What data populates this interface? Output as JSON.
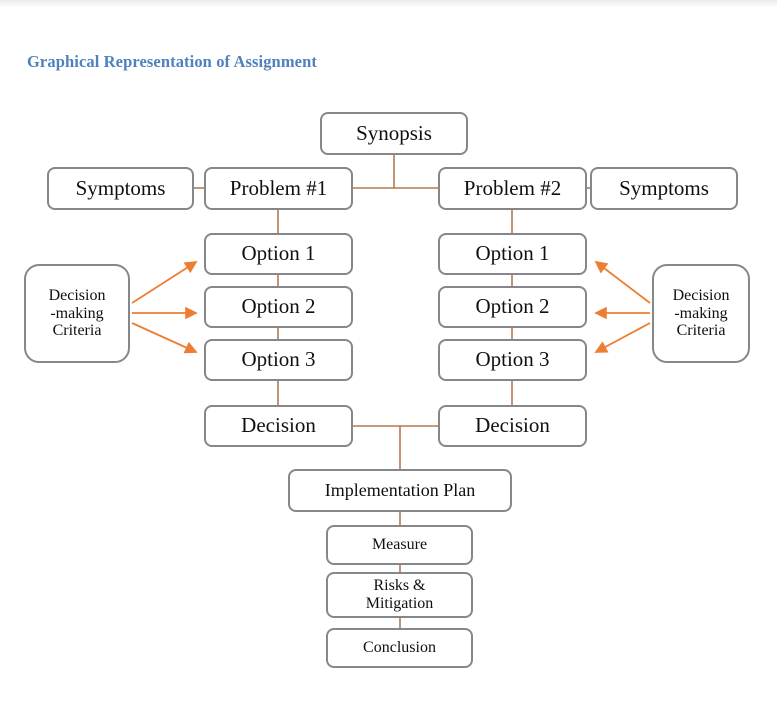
{
  "page": {
    "title": "Graphical Representation of Assignment",
    "title_color": "#4f81bd",
    "background": "#ffffff"
  },
  "style": {
    "node_border_color": "#85878a",
    "node_fill": "#ffffff",
    "text_color": "#12100e",
    "connector_color": "#b5794e",
    "arrow_color": "#ed7d31"
  },
  "diagram": {
    "type": "flowchart",
    "nodes": {
      "synopsis": {
        "label": "Synopsis"
      },
      "symptoms_left": {
        "label": "Symptoms"
      },
      "symptoms_right": {
        "label": "Symptoms"
      },
      "problem_1": {
        "label": "Problem #1"
      },
      "problem_2": {
        "label": "Problem #2"
      },
      "criteria_left": {
        "label": "Decision\n-making\nCriteria"
      },
      "criteria_right": {
        "label": "Decision\n-making\nCriteria"
      },
      "left_option_1": {
        "label": "Option 1"
      },
      "left_option_2": {
        "label": "Option 2"
      },
      "left_option_3": {
        "label": "Option 3"
      },
      "right_option_1": {
        "label": "Option 1"
      },
      "right_option_2": {
        "label": "Option 2"
      },
      "right_option_3": {
        "label": "Option 3"
      },
      "decision_left": {
        "label": "Decision"
      },
      "decision_right": {
        "label": "Decision"
      },
      "implementation_plan": {
        "label": "Implementation Plan"
      },
      "measure": {
        "label": "Measure"
      },
      "risks_mitigation": {
        "label": "Risks &\nMitigation"
      },
      "conclusion": {
        "label": "Conclusion"
      }
    },
    "edges": [
      {
        "from": "synopsis",
        "to": "problem_1",
        "kind": "line"
      },
      {
        "from": "synopsis",
        "to": "problem_2",
        "kind": "line"
      },
      {
        "from": "symptoms_left",
        "to": "problem_1",
        "kind": "line"
      },
      {
        "from": "symptoms_right",
        "to": "problem_2",
        "kind": "line"
      },
      {
        "from": "problem_1",
        "to": "left_option_1",
        "kind": "line"
      },
      {
        "from": "left_option_1",
        "to": "left_option_2",
        "kind": "line"
      },
      {
        "from": "left_option_2",
        "to": "left_option_3",
        "kind": "line"
      },
      {
        "from": "left_option_3",
        "to": "decision_left",
        "kind": "line"
      },
      {
        "from": "problem_2",
        "to": "right_option_1",
        "kind": "line"
      },
      {
        "from": "right_option_1",
        "to": "right_option_2",
        "kind": "line"
      },
      {
        "from": "right_option_2",
        "to": "right_option_3",
        "kind": "line"
      },
      {
        "from": "right_option_3",
        "to": "decision_right",
        "kind": "line"
      },
      {
        "from": "criteria_left",
        "to": "left_option_1",
        "kind": "arrow"
      },
      {
        "from": "criteria_left",
        "to": "left_option_2",
        "kind": "arrow"
      },
      {
        "from": "criteria_left",
        "to": "left_option_3",
        "kind": "arrow"
      },
      {
        "from": "criteria_right",
        "to": "right_option_1",
        "kind": "arrow"
      },
      {
        "from": "criteria_right",
        "to": "right_option_2",
        "kind": "arrow"
      },
      {
        "from": "criteria_right",
        "to": "right_option_3",
        "kind": "arrow"
      },
      {
        "from": "decision_left",
        "to": "implementation_plan",
        "kind": "line"
      },
      {
        "from": "decision_right",
        "to": "implementation_plan",
        "kind": "line"
      },
      {
        "from": "implementation_plan",
        "to": "measure",
        "kind": "line"
      },
      {
        "from": "measure",
        "to": "risks_mitigation",
        "kind": "line"
      },
      {
        "from": "risks_mitigation",
        "to": "conclusion",
        "kind": "line"
      }
    ]
  }
}
